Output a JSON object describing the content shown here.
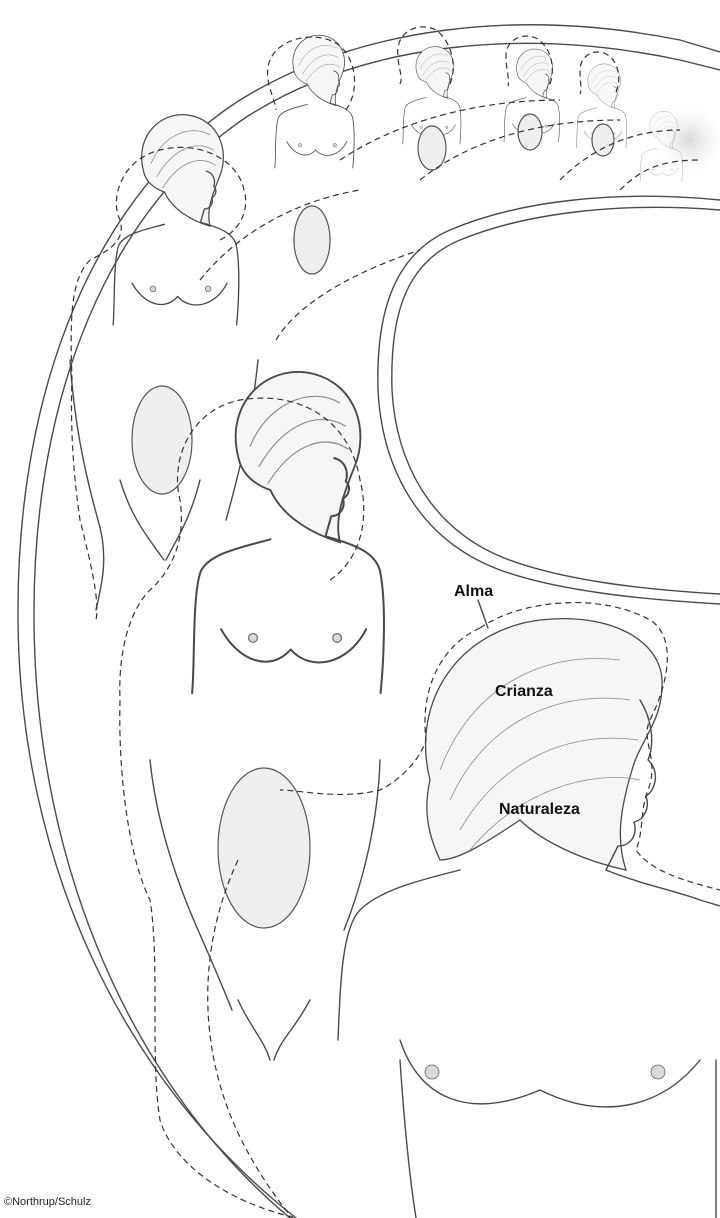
{
  "labels": {
    "alma": "Alma",
    "crianza": "Crianza",
    "naturaleza": "Naturaleza"
  },
  "credit": "©Northrup/Schulz",
  "colors": {
    "background": "#ffffff",
    "line": "#4a4a4a",
    "label_text": "#111111"
  }
}
